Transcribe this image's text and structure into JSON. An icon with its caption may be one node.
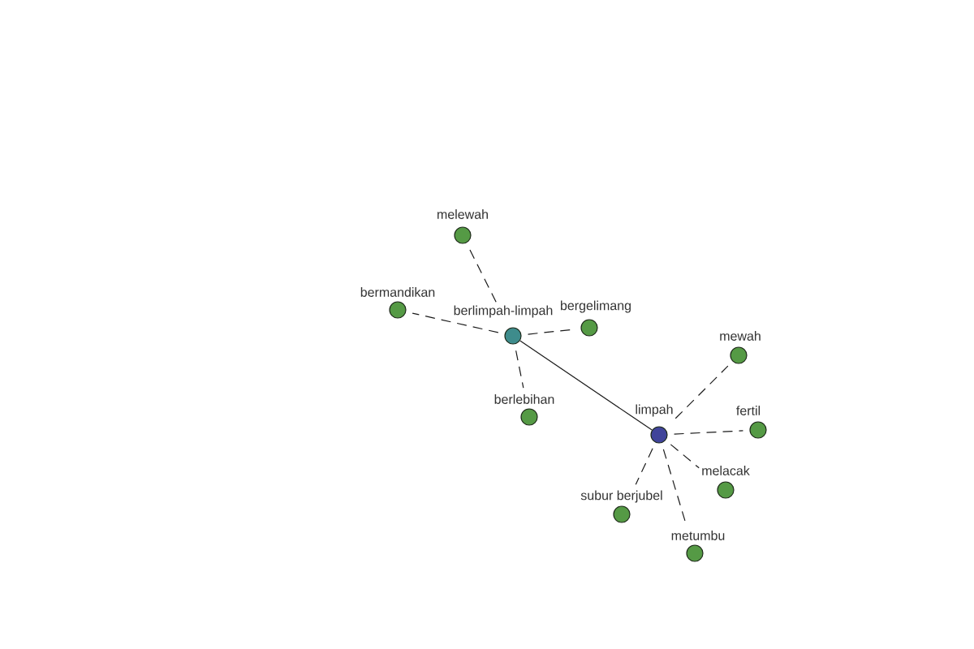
{
  "diagram": {
    "nodes": [
      {
        "text": [
          "melewah"
        ]
      },
      {
        "text": [
          "bermandikan"
        ]
      },
      {
        "text": [
          "berlimpah-limpah"
        ]
      },
      {
        "text": [
          "bergelimang"
        ]
      },
      {
        "text": [
          "berlebihan"
        ]
      },
      {
        "text": [
          "limpah"
        ]
      },
      {
        "text": [
          "mewah"
        ]
      },
      {
        "text": [
          "fertil"
        ]
      },
      {
        "text": [
          "melacak"
        ]
      },
      {
        "text": [
          "subur berjubel"
        ]
      },
      {
        "text": [
          "metumbu"
        ]
      }
    ],
    "edges": [
      {
        "from": 2,
        "to": 5,
        "arrow": "none"
      },
      {
        "from": 2,
        "to": 0,
        "arrow": "none",
        "style": "dashed"
      },
      {
        "from": 2,
        "to": 1,
        "arrow": "none",
        "style": "dashed"
      },
      {
        "from": 2,
        "to": 3,
        "arrow": "none",
        "style": "dashed"
      },
      {
        "from": 2,
        "to": 4,
        "arrow": "none",
        "style": "dashed"
      },
      {
        "from": 5,
        "to": 6,
        "arrow": "none",
        "style": "dashed"
      },
      {
        "from": 5,
        "to": 7,
        "arrow": "none",
        "style": "dashed"
      },
      {
        "from": 5,
        "to": 8,
        "arrow": "none",
        "style": "dashed"
      },
      {
        "from": 5,
        "to": 9,
        "arrow": "none",
        "style": "dashed"
      },
      {
        "from": 5,
        "to": 10,
        "arrow": "none",
        "style": "dashed"
      }
    ]
  }
}
